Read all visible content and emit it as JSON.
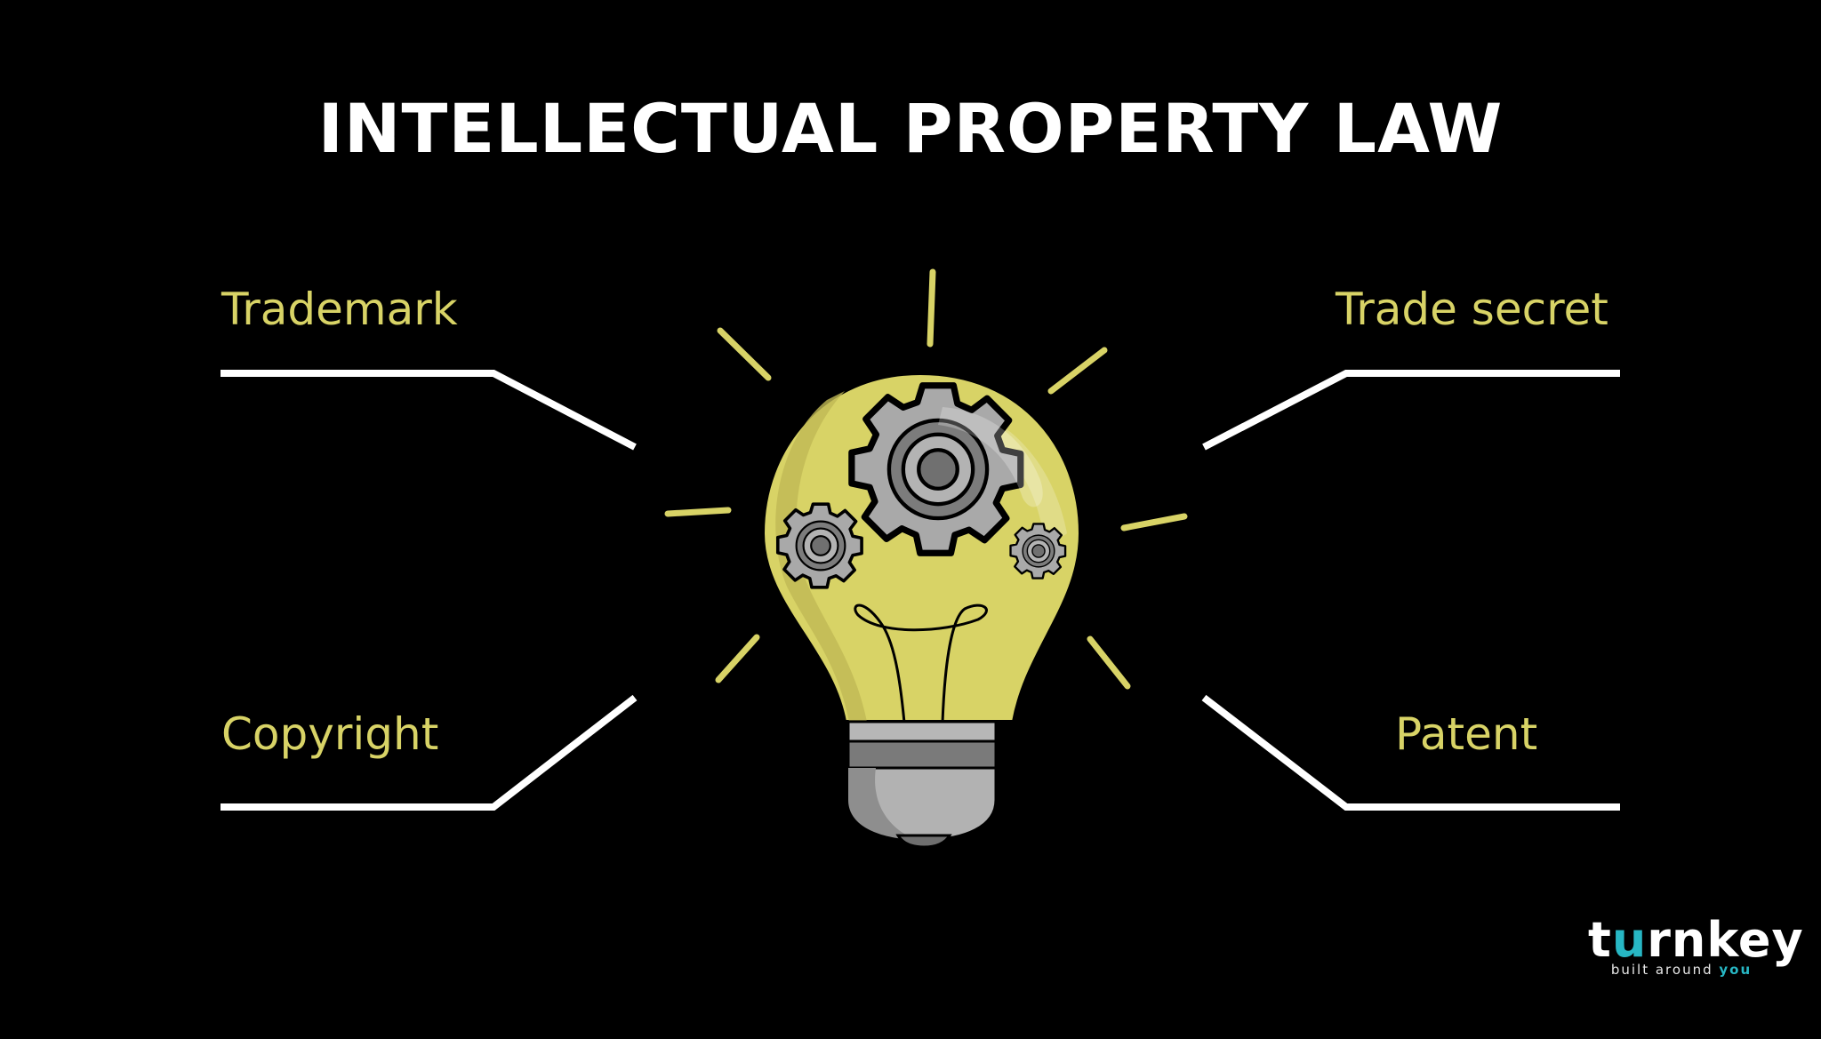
{
  "title": "INTELLECTUAL PROPERTY LAW",
  "categories": {
    "top_left": "Trademark",
    "top_right": "Trade secret",
    "bottom_left": "Copyright",
    "bottom_right": "Patent"
  },
  "center_image": {
    "icon": "lightbulb-with-gears-icon",
    "description": "Yellow light bulb containing three gray gears, with radiating light rays"
  },
  "logo": {
    "word_prefix": "t",
    "word_highlight": "u",
    "word_suffix": "rnkey",
    "tagline_prefix": "built around ",
    "tagline_highlight": "you"
  },
  "colors": {
    "background": "#000000",
    "title": "#ffffff",
    "label": "#d8d366",
    "bulb": "#d8d366",
    "connector": "#ffffff",
    "brand_accent": "#27b7c4"
  }
}
